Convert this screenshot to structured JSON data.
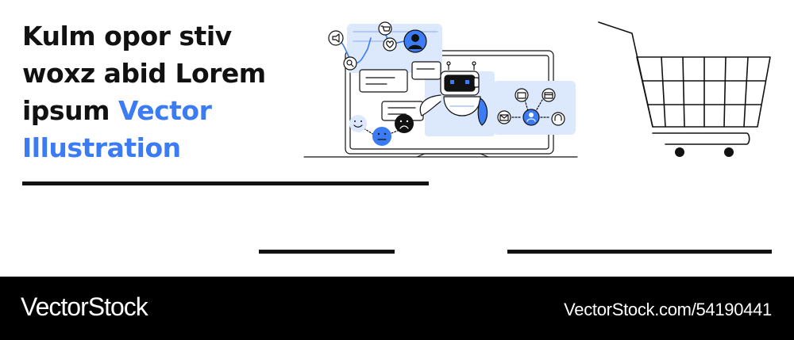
{
  "headline": {
    "part1": "Kulm opor stiv woxz abid Lorem ipsum ",
    "accent": "Vector Illustration"
  },
  "footer": {
    "brand": "VectorStock",
    "reference": "VectorStock.com/54190441"
  },
  "colors": {
    "accent": "#3b7cf5",
    "light_blue": "#dce8fb",
    "ink": "#111111",
    "footer_bg": "#000000"
  },
  "icons": [
    "megaphone-icon",
    "cart-icon",
    "heart-icon",
    "search-icon",
    "user-avatar-icon",
    "robot-icon",
    "store-icon",
    "card-icon",
    "mail-icon",
    "user-icon",
    "headset-icon",
    "smile-icon",
    "neutral-face-icon",
    "sad-face-icon",
    "shopping-cart-icon"
  ]
}
